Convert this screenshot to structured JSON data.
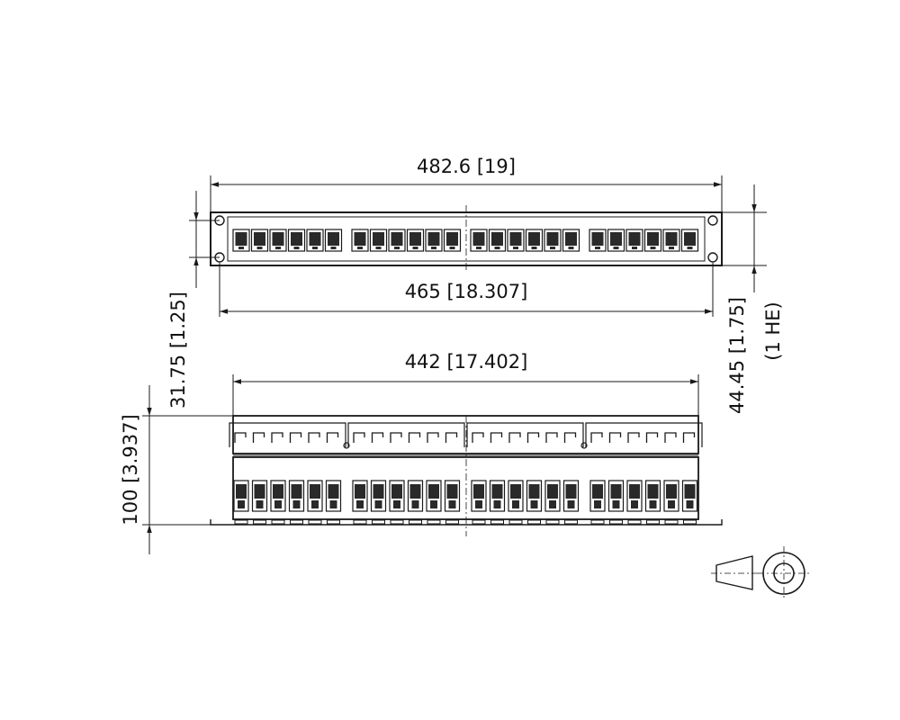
{
  "dimensions": {
    "overall_width": "482.6 [19]",
    "mounting_hole_spacing": "465 [18.307]",
    "body_width": "442 [17.402]",
    "mounting_hole_vertical": "31.75 [1.25]",
    "panel_height": "44.45 [1.75]",
    "rack_unit": "(1 HE)",
    "depth": "100 [3.937]"
  },
  "panel": {
    "port_groups": 4,
    "ports_per_group": 6
  },
  "colors": {
    "line": "#1a1a1a",
    "port_fill": "#2a2a2a",
    "background": "#ffffff"
  },
  "projection_symbol": "first-angle-projection-icon"
}
